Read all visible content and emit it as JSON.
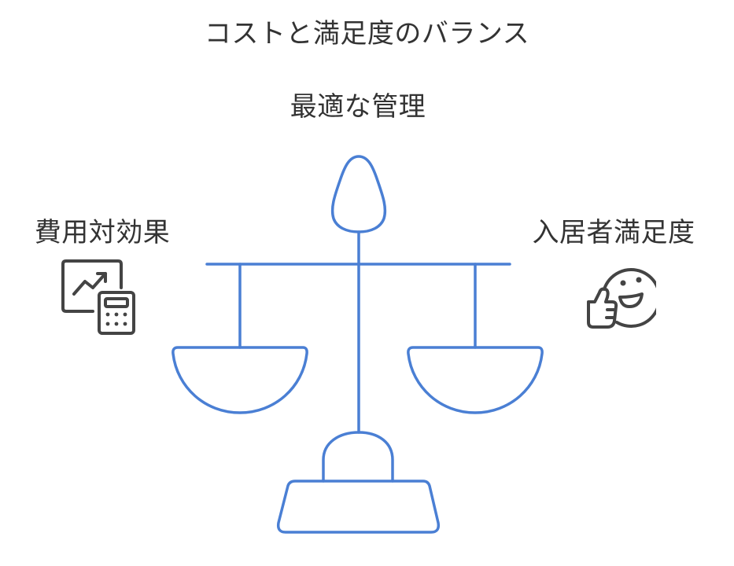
{
  "title": "コストと満足度のバランス",
  "center": {
    "label": "最適な管理"
  },
  "left": {
    "label": "費用対効果",
    "icon": "chart-calculator-icon"
  },
  "right": {
    "label": "入居者満足度",
    "icon": "smiley-thumbs-up-icon"
  },
  "colors": {
    "scale_stroke": "#4a7fd4",
    "icon_stroke": "#444444",
    "text": "#333333"
  }
}
